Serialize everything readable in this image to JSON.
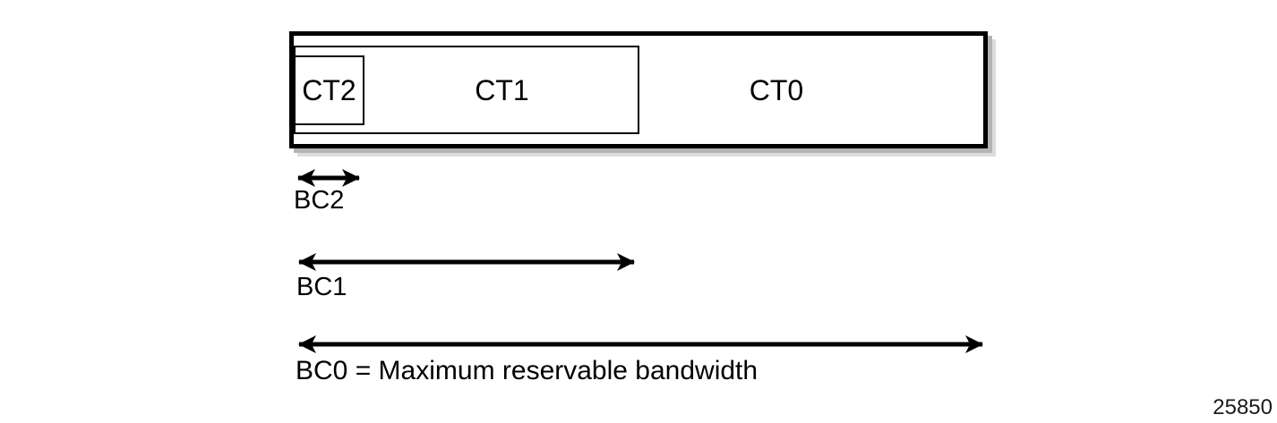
{
  "figure": {
    "boxes": {
      "ct0": "CT0",
      "ct1": "CT1",
      "ct2": "CT2"
    },
    "arrows": {
      "bc2": "BC2",
      "bc1": "BC1",
      "bc0": "BC0 = Maximum reservable bandwidth"
    },
    "figure_number": "25850",
    "colors": {
      "stroke": "#000000",
      "background": "#ffffff",
      "shadow_inner": "#b4b4b4",
      "shadow_outer": "#dcdcdc"
    }
  }
}
